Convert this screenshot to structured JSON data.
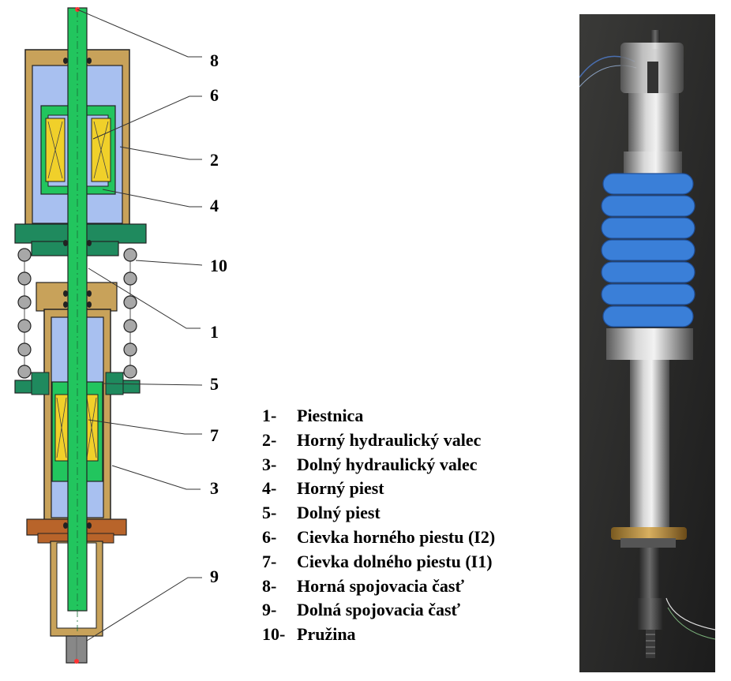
{
  "callouts": [
    "8",
    "6",
    "2",
    "4",
    "10",
    "1",
    "5",
    "7",
    "3",
    "9"
  ],
  "legend": [
    {
      "num": "1-",
      "label": "Piestnica"
    },
    {
      "num": "2-",
      "label": "Horný hydraulický valec"
    },
    {
      "num": "3-",
      "label": "Dolný hydraulický valec"
    },
    {
      "num": "4-",
      "label": "Horný piest"
    },
    {
      "num": "5-",
      "label": "Dolný piest"
    },
    {
      "num": "6-",
      "label": "Cievka horného piestu (I2)"
    },
    {
      "num": "7-",
      "label": "Cievka dolného piestu (I1)"
    },
    {
      "num": "8-",
      "label": "Horná spojovacia časť"
    },
    {
      "num": "9-",
      "label": "Dolná spojovacia časť"
    },
    {
      "num": "10-",
      "label": "Pružina"
    }
  ],
  "colors": {
    "cylinder_wall": "#c8a25a",
    "fluid": "#a8c0f0",
    "piston_rod": "#22c55e",
    "coil": "#f0d02a",
    "flange_upper": "#1f8a5e",
    "flange_lower": "#b8642a",
    "spring_ring": "#a8a8a8",
    "spring_photo": "#3a7fd8"
  }
}
